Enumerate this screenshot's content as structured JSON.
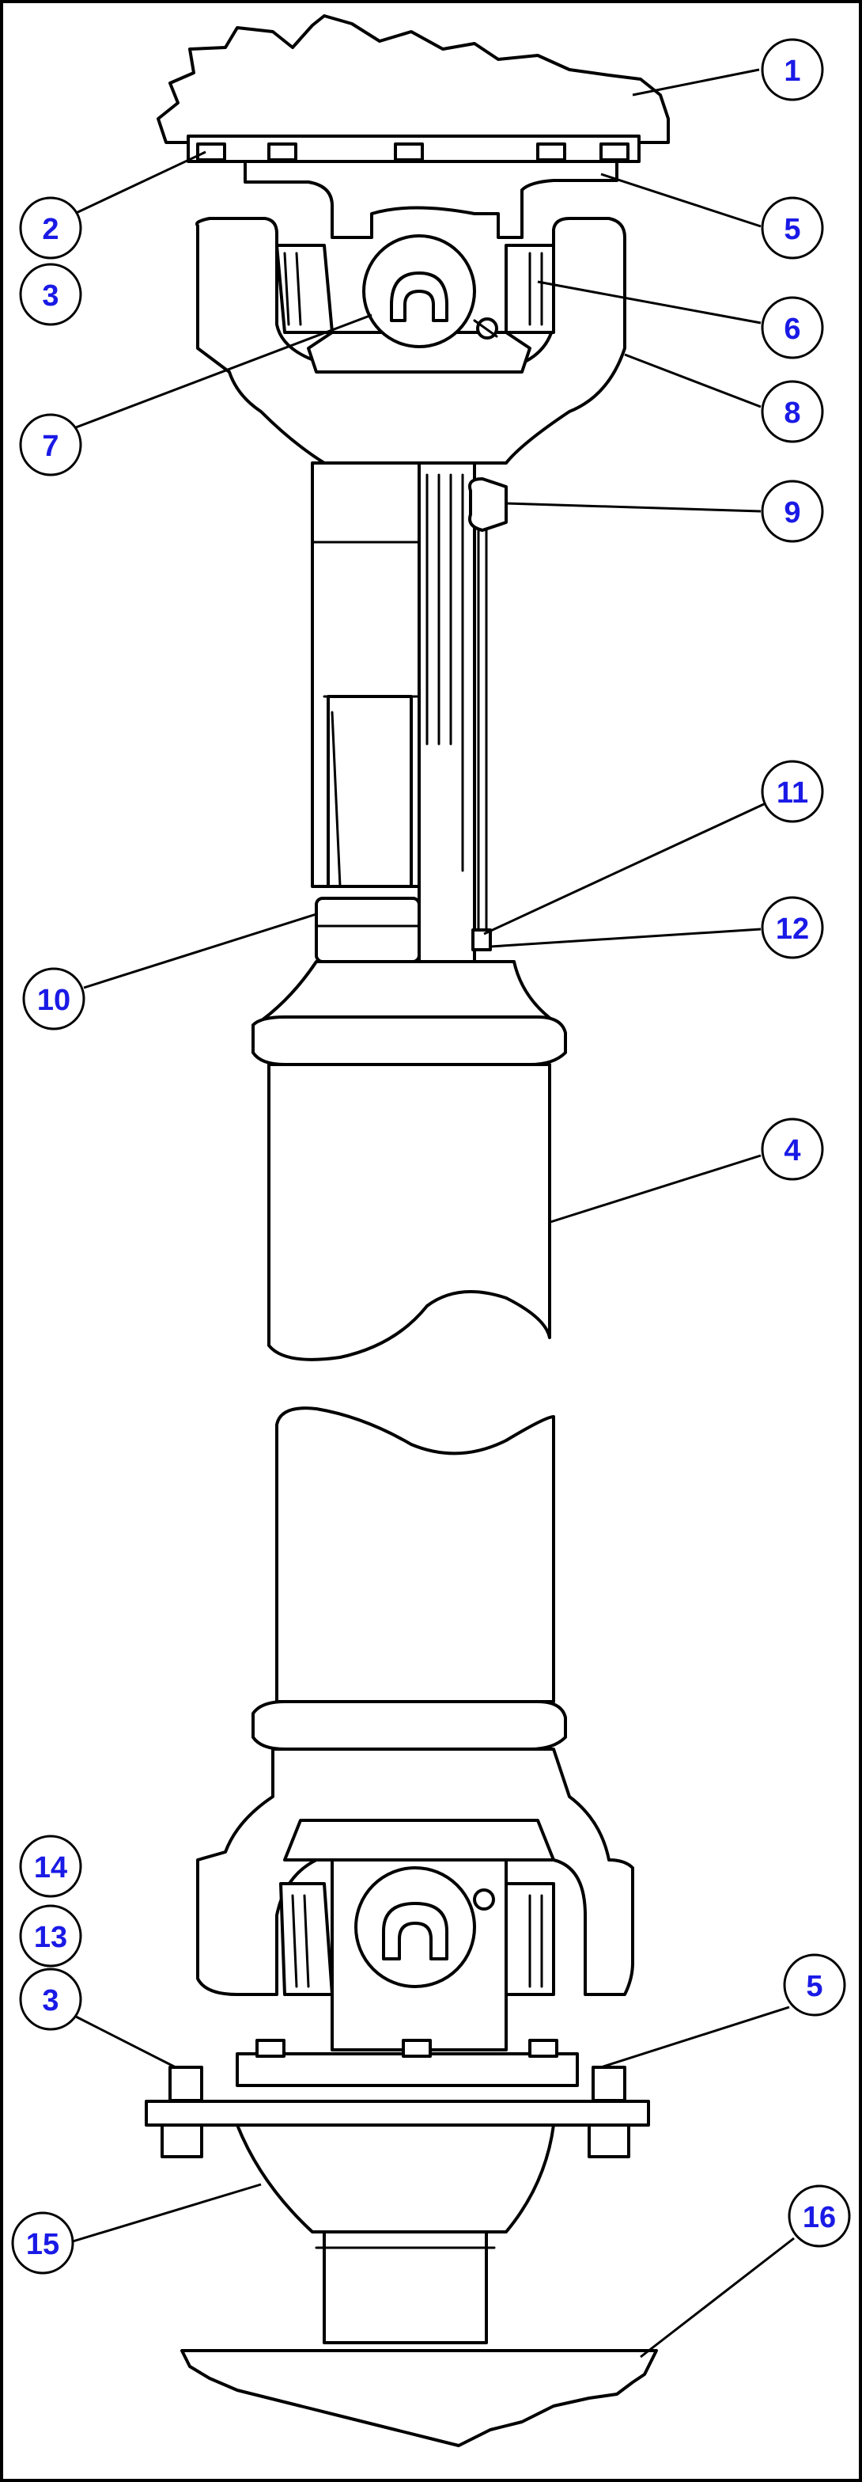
{
  "callout_color": "#1a1ae6",
  "callouts": [
    {
      "id": "c1",
      "label": "1"
    },
    {
      "id": "c2",
      "label": "2"
    },
    {
      "id": "c3a",
      "label": "3"
    },
    {
      "id": "c5a",
      "label": "5"
    },
    {
      "id": "c6",
      "label": "6"
    },
    {
      "id": "c7",
      "label": "7"
    },
    {
      "id": "c8",
      "label": "8"
    },
    {
      "id": "c9",
      "label": "9"
    },
    {
      "id": "c11",
      "label": "11"
    },
    {
      "id": "c12",
      "label": "12"
    },
    {
      "id": "c10",
      "label": "10"
    },
    {
      "id": "c4",
      "label": "4"
    },
    {
      "id": "c14",
      "label": "14"
    },
    {
      "id": "c13",
      "label": "13"
    },
    {
      "id": "c3b",
      "label": "3"
    },
    {
      "id": "c5b",
      "label": "5"
    },
    {
      "id": "c15",
      "label": "15"
    },
    {
      "id": "c16",
      "label": "16"
    }
  ]
}
